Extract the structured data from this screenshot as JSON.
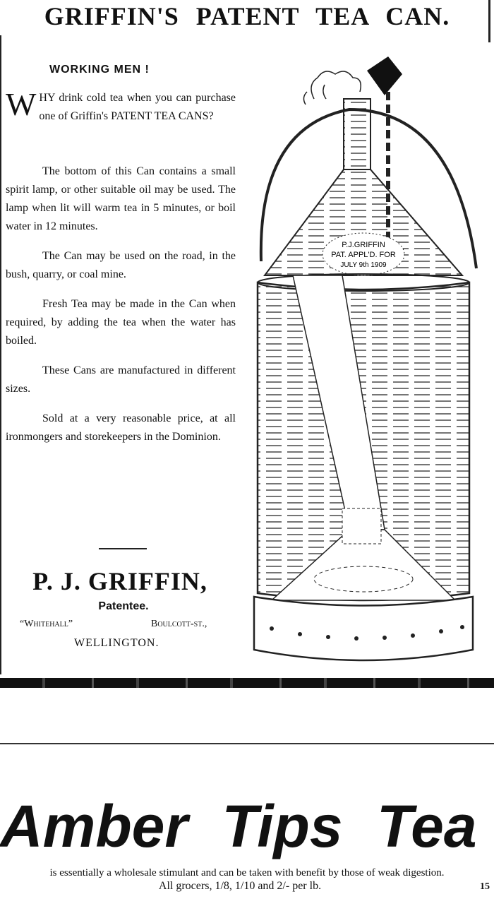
{
  "ad1": {
    "title": "GRIFFIN'S PATENT TEA CAN.",
    "heading": "WORKING MEN !",
    "intro_drop": "W",
    "intro_rest": "HY drink cold tea when you can purchase one of Griffin's PATENT TEA CANS?",
    "paragraphs": [
      "The bottom of this Can contains a small spirit lamp, or other suitable oil may be used. The lamp when lit will warm tea in 5 minutes, or boil water in 12 minutes.",
      "The Can may be used on the road, in the bush, quarry, or coal mine.",
      "Fresh Tea may be made in the Can when required, by adding the tea when the water has boiled.",
      "These Cans are manufactured in different sizes.",
      "Sold at a very reasonable price, at all ironmongers and storekeepers in the Dominion."
    ],
    "name": "P. J. GRIFFIN,",
    "role": "Patentee.",
    "address_house": "“Whitehall”",
    "address_street": "Boulcott-st.,",
    "city": "WELLINGTON.",
    "can_label": [
      "P.J.GRIFFIN",
      "PAT. APPL'D. FOR",
      "JULY 9th 1909"
    ]
  },
  "ad2": {
    "title": "Amber Tips Tea",
    "line1": "is essentially a wholesale stimulant and can be taken with benefit by those of weak digestion.",
    "line2": "All grocers, 1/8, 1/10 and 2/- per lb.",
    "mark": "15"
  }
}
